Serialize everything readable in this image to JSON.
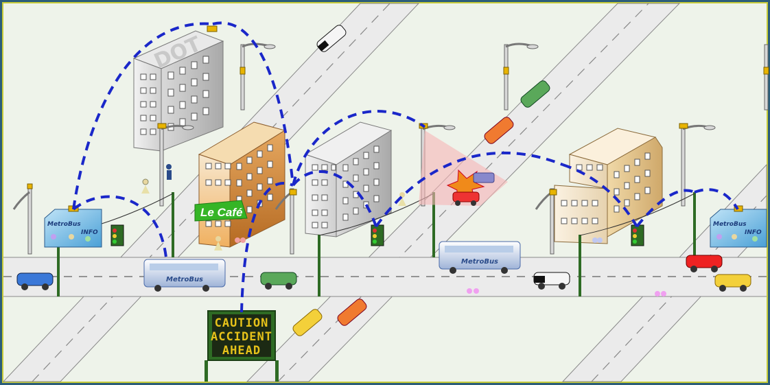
{
  "scene": {
    "dot_building_label": "DOT",
    "cafe_sign": "Le Café",
    "bus_label": "MetroBus",
    "bus_stop_label": "MetroBus",
    "bus_stop_info": "INFO",
    "message_sign": [
      "CAUTION",
      "ACCIDENT",
      "AHEAD"
    ]
  },
  "colors": {
    "background": "#eef3ea",
    "frame": "#2b5d7a",
    "frame_inner": "#c8cc3a",
    "road": "#ebebeb",
    "wireless_link": "#1a27c9",
    "sign_text": "#e6c21a",
    "pole": "#2e6b24"
  }
}
